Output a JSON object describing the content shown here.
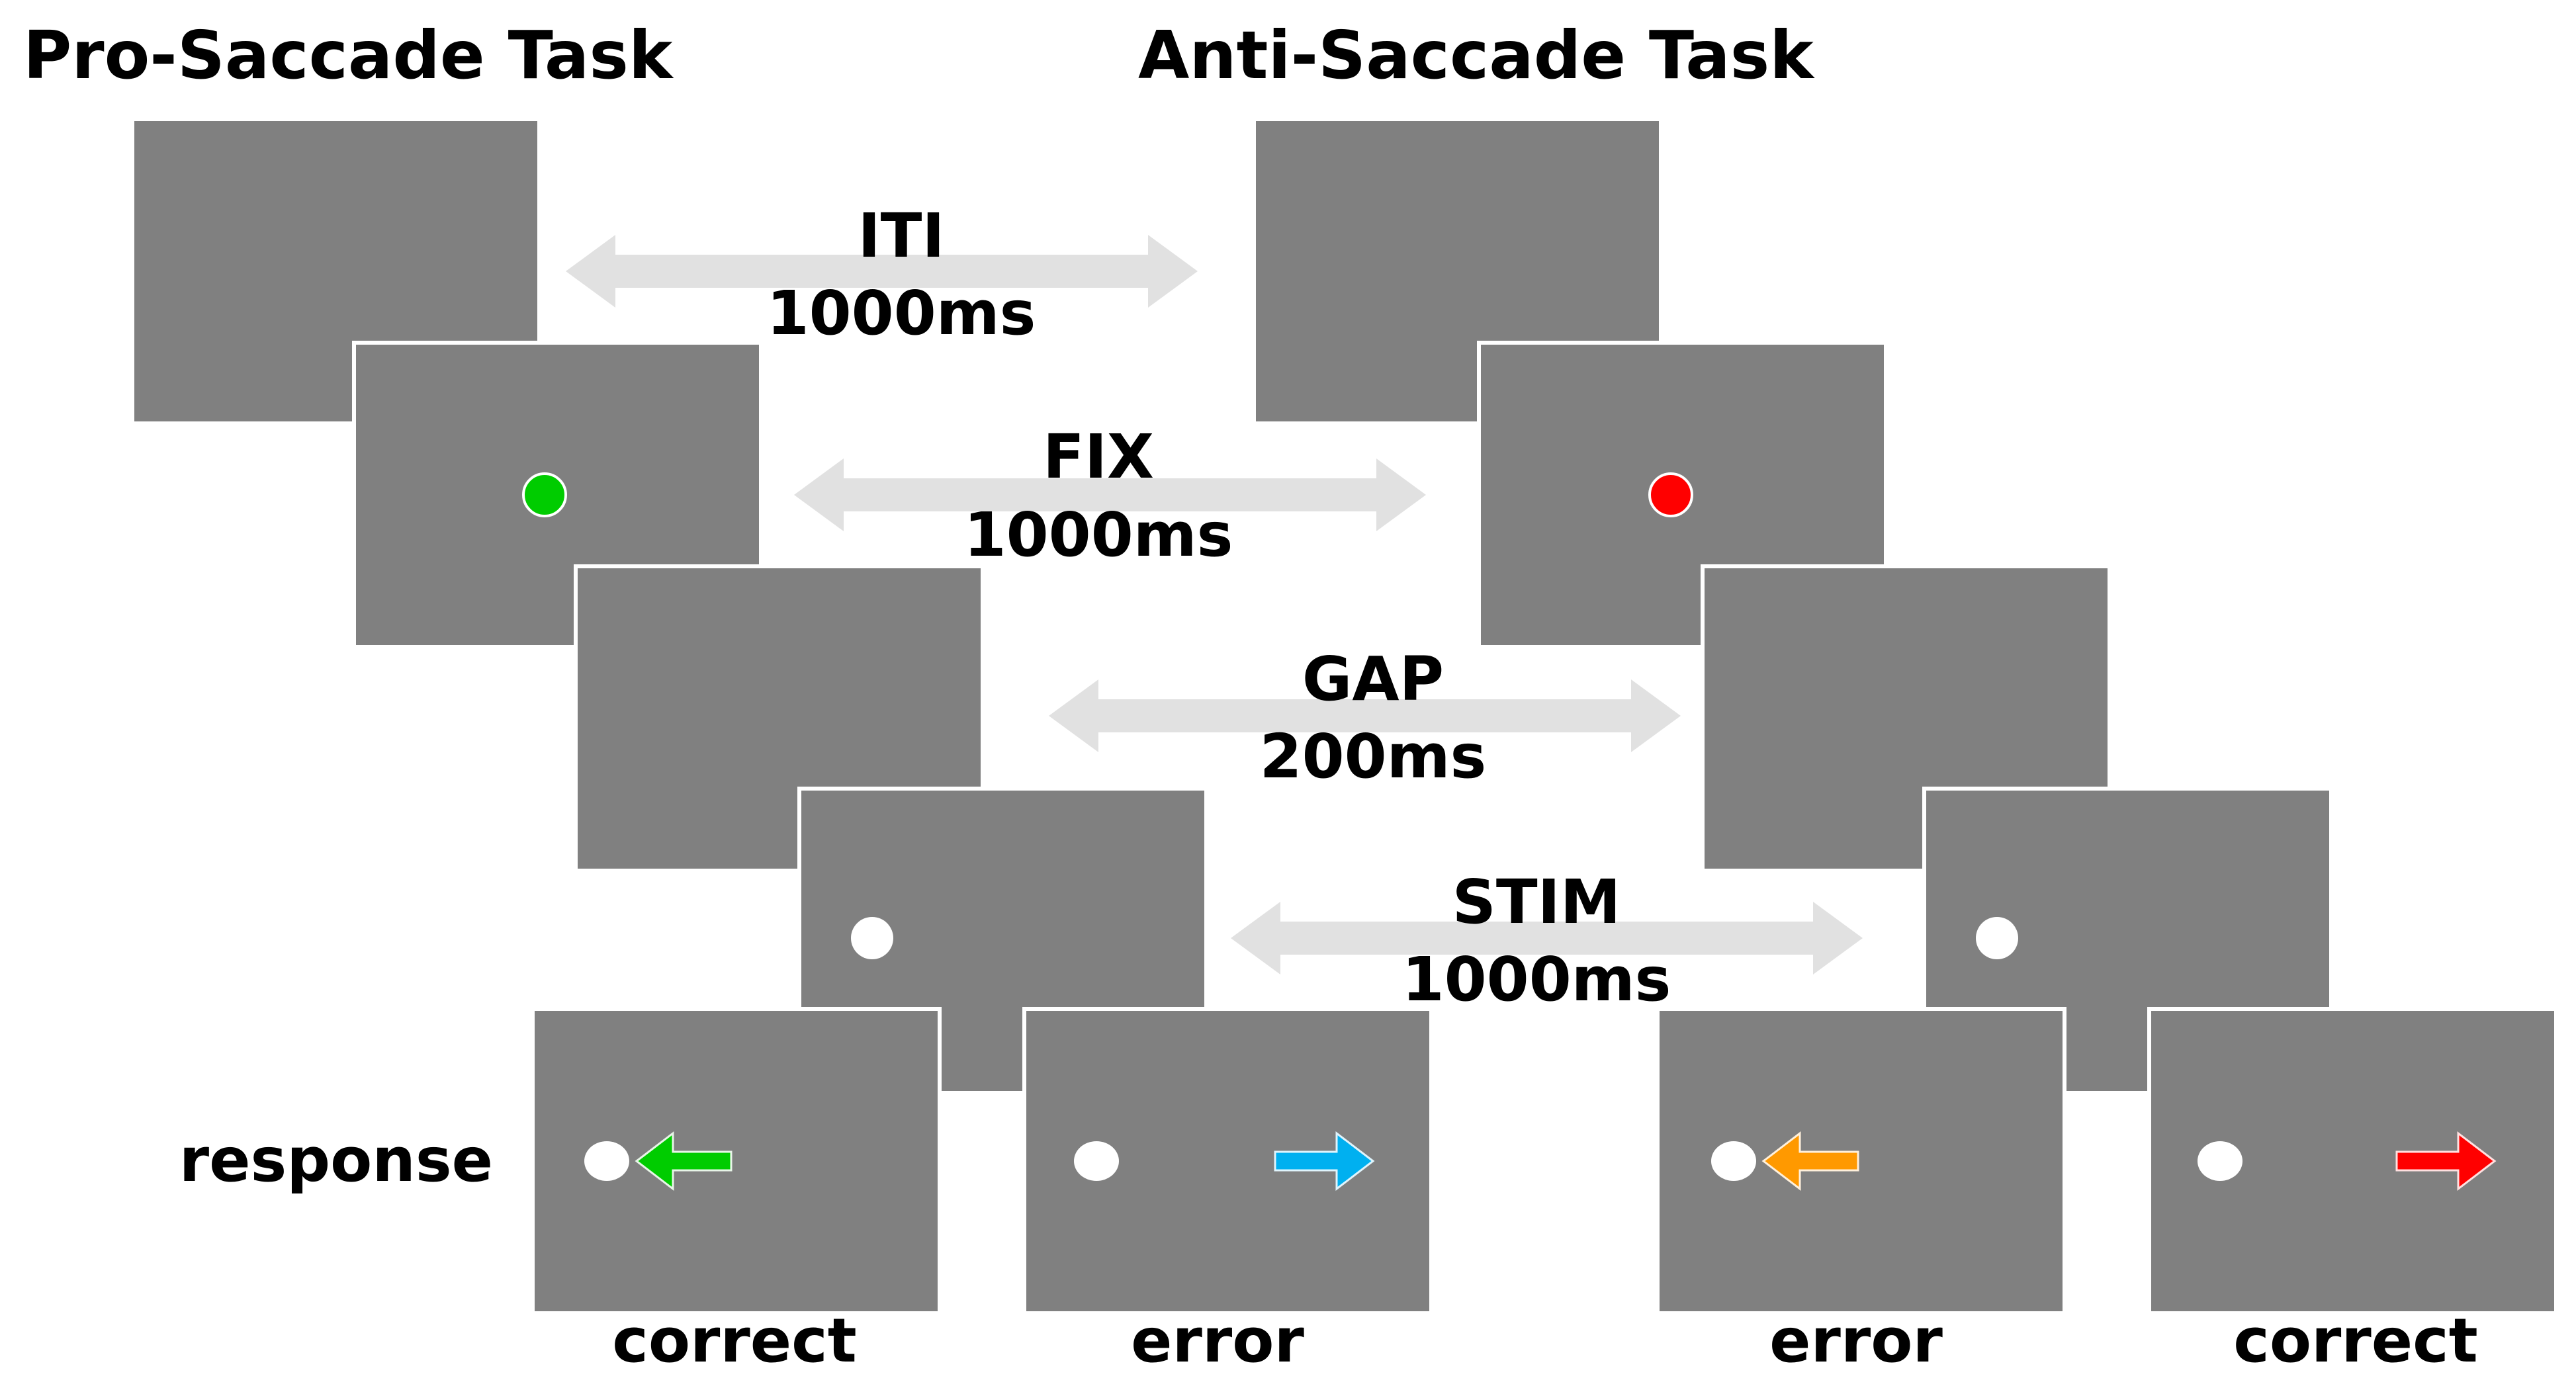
{
  "titles": {
    "pro": "Pro-Saccade Task",
    "anti": "Anti-Saccade Task"
  },
  "phases": [
    {
      "name": "ITI",
      "duration": "1000ms"
    },
    {
      "name": "FIX",
      "duration": "1000ms"
    },
    {
      "name": "GAP",
      "duration": "200ms"
    },
    {
      "name": "STIM",
      "duration": "1000ms"
    }
  ],
  "response_label": "response",
  "outcomes": [
    "correct",
    "error",
    "error",
    "correct"
  ],
  "colors": {
    "screen": "#808080",
    "screen_border": "#ffffff",
    "double_arrow": "#e1e1e1",
    "fixation_pro": "#00cc00",
    "fixation_anti": "#ff0000",
    "stimulus": "#ffffff",
    "response_pro_correct": "#00cc00",
    "response_pro_error": "#00b0f0",
    "response_anti_error": "#ff9900",
    "response_anti_correct": "#ff0000"
  },
  "icons": {
    "fixation": "filled-circle",
    "stimulus": "white-circle",
    "response": "arrow",
    "interval": "double-headed-arrow"
  }
}
